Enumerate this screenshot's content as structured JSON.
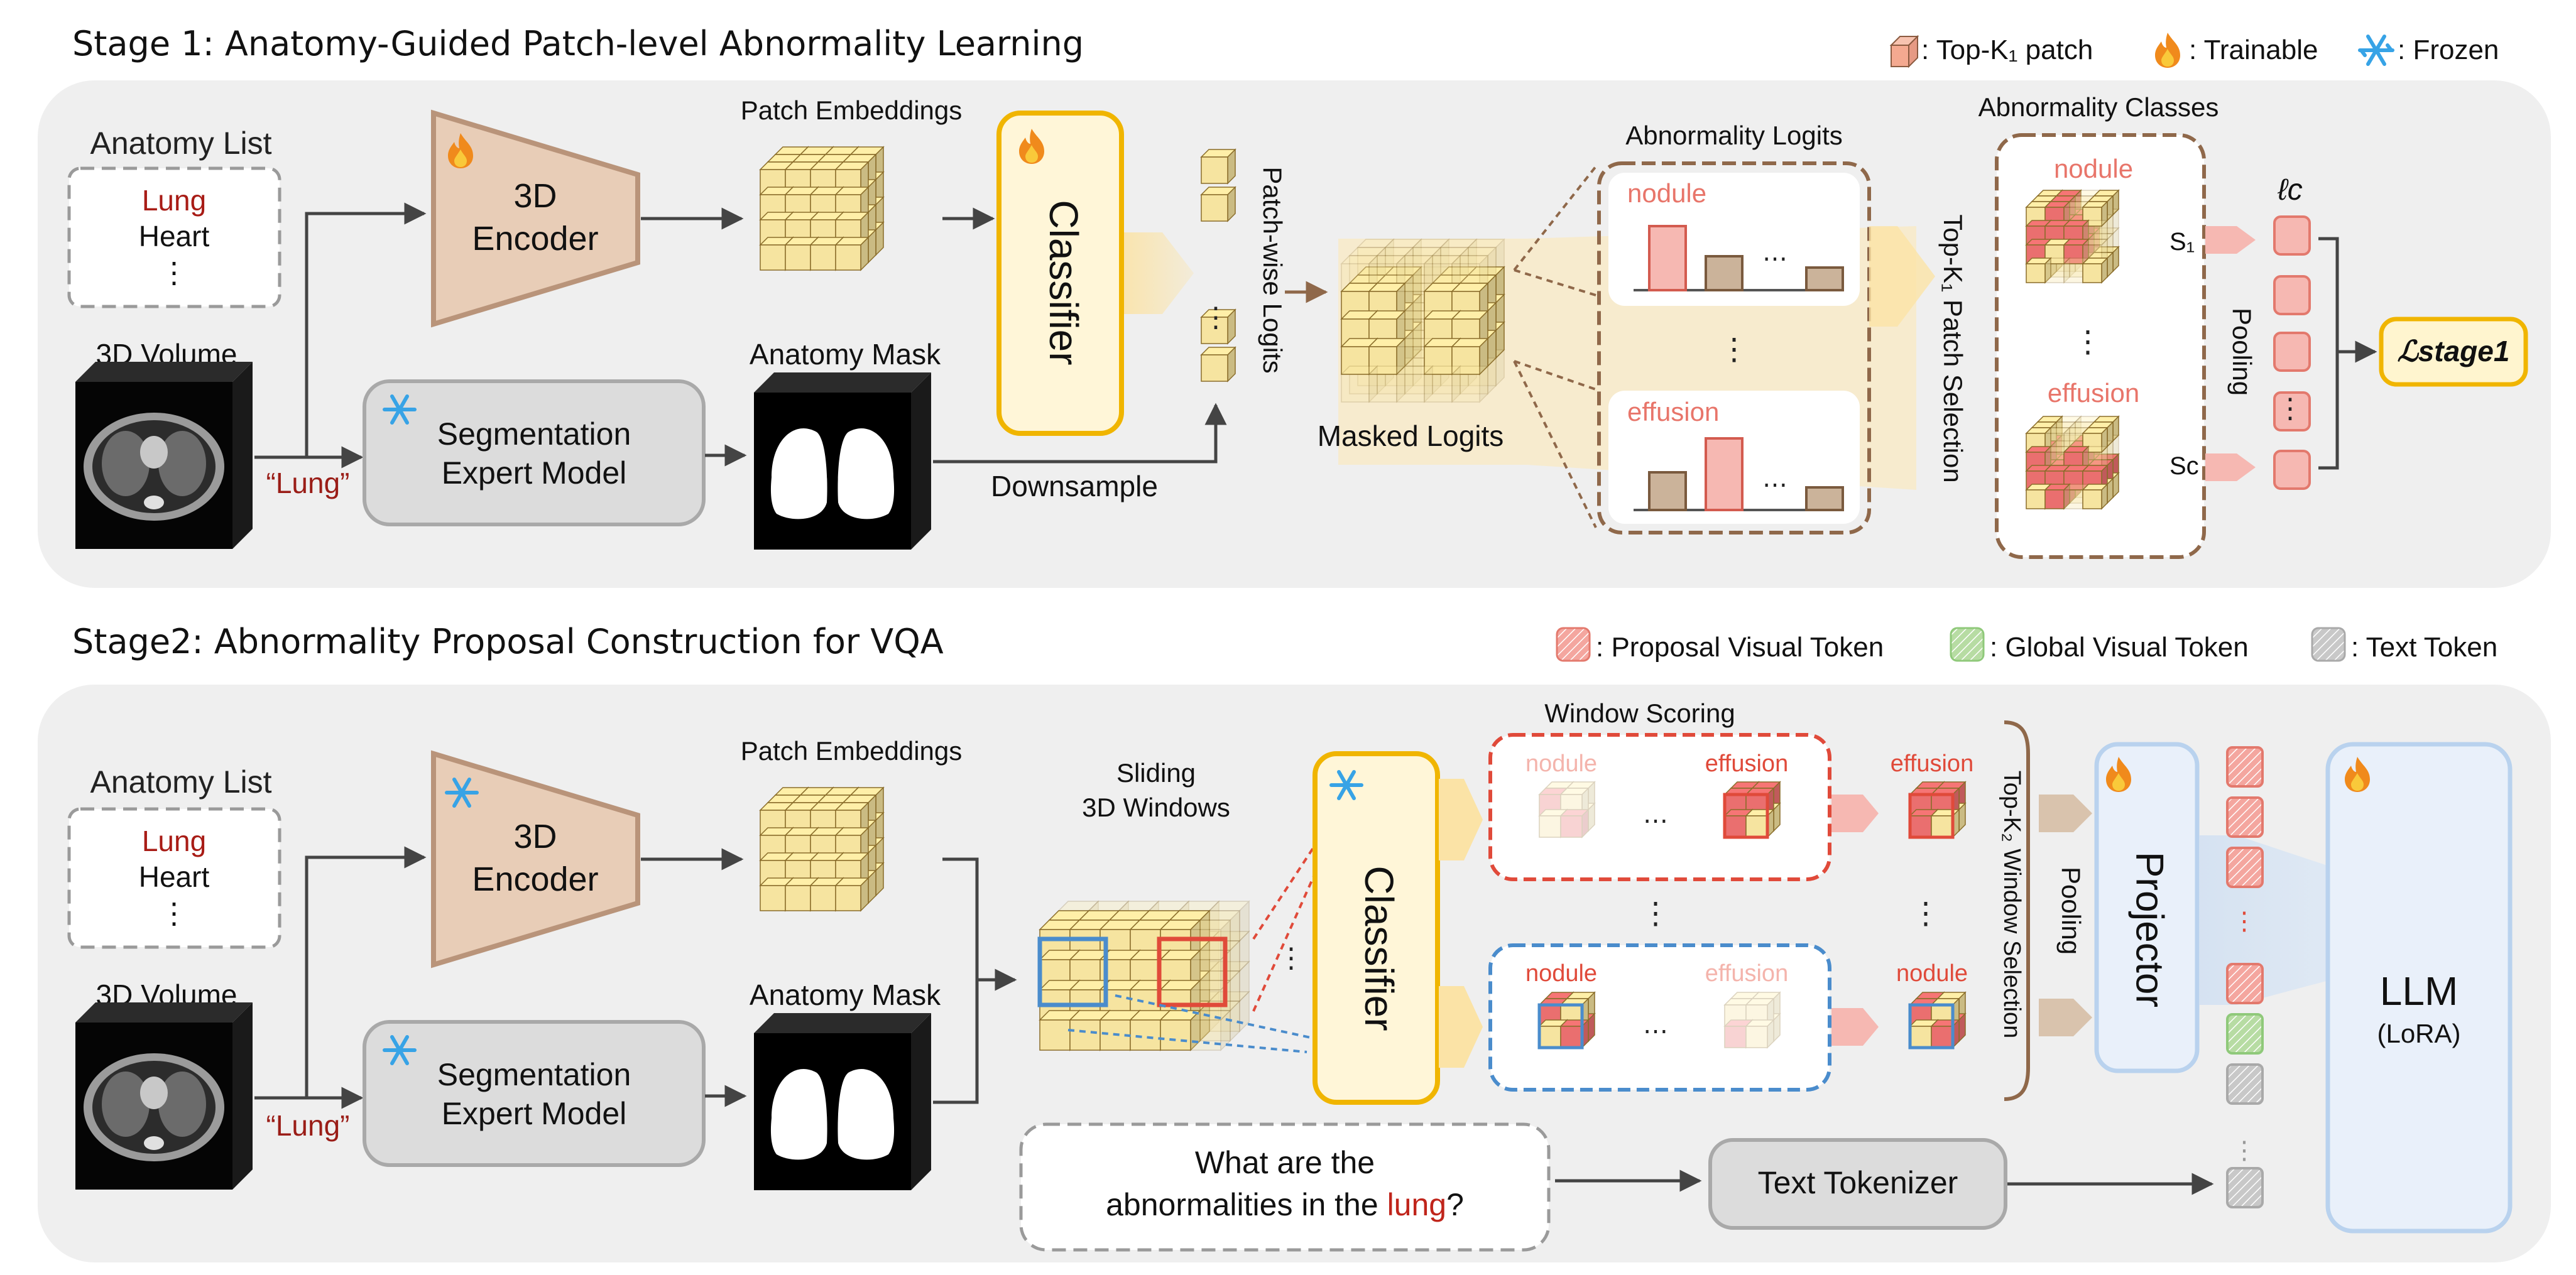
{
  "stage1": {
    "title": "Stage 1: Anatomy-Guided Patch-level Abnormality Learning",
    "legend": {
      "patch_label": ": Top-K₁ patch",
      "trainable_label": ": Trainable",
      "frozen_label": ": Frozen"
    },
    "anatomy_list": {
      "title": "Anatomy List",
      "items": [
        "Lung",
        "Heart",
        "⋮"
      ]
    },
    "volume_label": "3D Volume",
    "query_label": "“Lung”",
    "encoder": {
      "line1": "3D",
      "line2": "Encoder",
      "state": "trainable"
    },
    "seg_model": {
      "line1": "Segmentation",
      "line2": "Expert Model",
      "state": "frozen"
    },
    "patch_embeddings": "Patch Embeddings",
    "anatomy_mask": "Anatomy Mask",
    "classifier": {
      "label": "Classifier",
      "state": "trainable"
    },
    "patch_logits": "Patch-wise Logits",
    "downsample": "Downsample",
    "masked_logits": "Masked Logits",
    "abnormality_logits": {
      "title": "Abnormality Logits",
      "boxes": [
        {
          "name": "nodule",
          "bars": [
            0.85,
            0.45,
            0.3
          ]
        },
        {
          "name": "effusion",
          "bars": [
            0.5,
            0.95,
            0.3
          ]
        }
      ],
      "dots": "⋯",
      "vdots": "⋮"
    },
    "selection": "Top-K₁ Patch Selection",
    "abnormality_classes": {
      "title": "Abnormality Classes",
      "items": [
        {
          "name": "nodule",
          "score": "S₁"
        },
        {
          "name": "effusion",
          "score": "Sᴄ"
        }
      ],
      "vdots": "⋮"
    },
    "pooling": "Pooling",
    "logit_symbol": "ℓc",
    "loss": "ℒstage1"
  },
  "stage2": {
    "title": "Stage2: Abnormality Proposal Construction for VQA",
    "legend": {
      "proposal": ": Proposal Visual Token",
      "global": ": Global Visual Token",
      "text": ": Text Token"
    },
    "anatomy_list": {
      "title": "Anatomy List",
      "items": [
        "Lung",
        "Heart",
        "⋮"
      ]
    },
    "volume_label": "3D Volume",
    "query_label": "“Lung”",
    "encoder": {
      "line1": "3D",
      "line2": "Encoder",
      "state": "frozen"
    },
    "seg_model": {
      "line1": "Segmentation",
      "line2": "Expert Model",
      "state": "frozen"
    },
    "patch_embeddings": "Patch Embeddings",
    "anatomy_mask": "Anatomy Mask",
    "sliding": {
      "line1": "Sliding",
      "line2": "3D Windows"
    },
    "classifier": {
      "label": "Classifier",
      "state": "frozen"
    },
    "window_scoring": {
      "title": "Window Scoring",
      "top": {
        "left": "nodule",
        "right": "effusion"
      },
      "bottom": {
        "left": "nodule",
        "right": "effusion"
      },
      "dots": "⋯",
      "vdots": "⋮"
    },
    "selected": {
      "top": "effusion",
      "bottom": "nodule"
    },
    "selection": "Top-K₂ Window Selection",
    "pooling": "Pooling",
    "projector": {
      "label": "Projector",
      "state": "trainable"
    },
    "llm": {
      "label": "LLM",
      "sub": "(LoRA)",
      "state": "trainable"
    },
    "question": {
      "line1": "What are the",
      "line2_prefix": "abnormalities in the ",
      "line2_highlight": "lung",
      "line2_suffix": "?"
    },
    "tokenizer": "Text Tokenizer"
  },
  "colors": {
    "panel": "#efefef",
    "cube_fill": "#f6e4a0",
    "cube_edge": "#8a6d2a",
    "cube_red": "#ea6f6f",
    "bar_pink": "#f6b8b2",
    "bar_brown": "#cbb39a",
    "brown": "#8f684a",
    "blue": "#4a8ccc",
    "red": "#e04a3a",
    "classifier_border": "#f0b500",
    "projector_fill": "#e9f0fa",
    "highlight_red": "#c0251b"
  }
}
